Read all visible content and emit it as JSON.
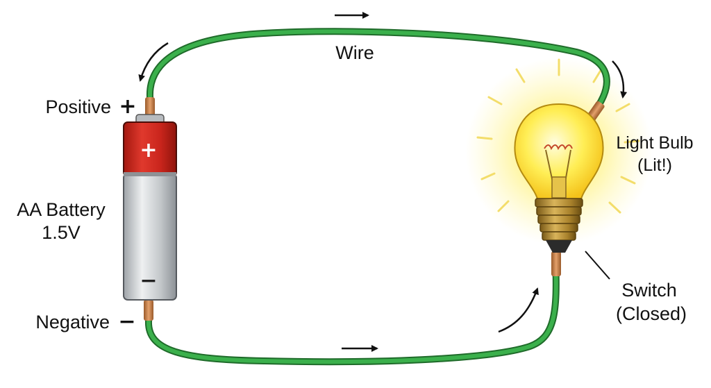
{
  "labels": {
    "wire": "Wire",
    "positive": "Positive",
    "positive_symbol": "+",
    "negative": "Negative",
    "negative_symbol": "−",
    "battery_line1": "AA Battery",
    "battery_line2": "1.5V",
    "battery_plus": "+",
    "battery_minus": "−",
    "bulb_line1": "Light Bulb",
    "bulb_line2": "(Lit!)",
    "switch_line1": "Switch",
    "switch_line2": "(Closed)"
  },
  "colors": {
    "wire": "#2e9a3e",
    "battery_cap": "#cc2b22",
    "battery_body": "#c9cccf",
    "copper": "#c7844f",
    "bulb_glass": "#ffe94a",
    "glow": "#fff3a0",
    "base": "#b08a2e"
  },
  "icons": [
    "arrow-icon",
    "battery-icon",
    "light-bulb-icon",
    "wire-icon"
  ]
}
